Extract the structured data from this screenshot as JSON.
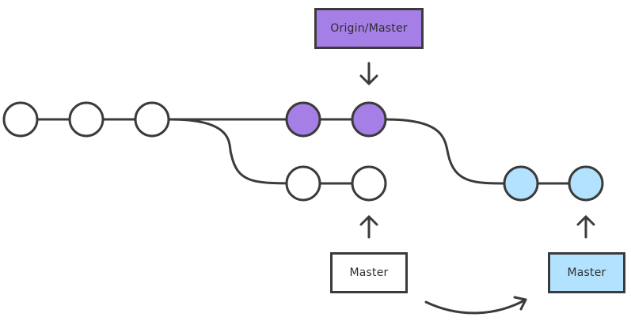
{
  "colors": {
    "stroke": "#3b3b3b",
    "default_fill": "#ffffff",
    "origin_fill": "#a57ee6",
    "rebased_fill": "#b3e2ff"
  },
  "labels": {
    "origin_master": "Origin/Master",
    "local_master": "Master",
    "rebased_master": "Master"
  },
  "commits": {
    "main_line": [
      "default",
      "default",
      "default",
      "origin",
      "origin"
    ],
    "local_branch": [
      "default",
      "default"
    ],
    "rebased_branch": [
      "rebased",
      "rebased"
    ]
  },
  "icons": [
    "arrow-down-icon",
    "arrow-up-icon",
    "arrow-up-icon",
    "curved-arrow-icon"
  ]
}
